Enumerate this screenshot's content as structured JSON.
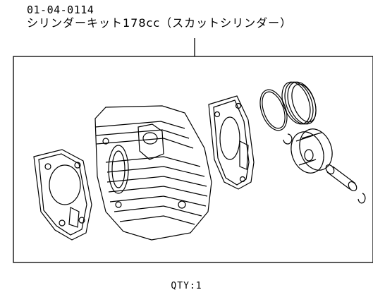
{
  "header": {
    "part_number": "01-04-0114",
    "part_name": "シリンダーキット178cc（スカットシリンダー）"
  },
  "footer": {
    "quantity": "QTY:1"
  }
}
